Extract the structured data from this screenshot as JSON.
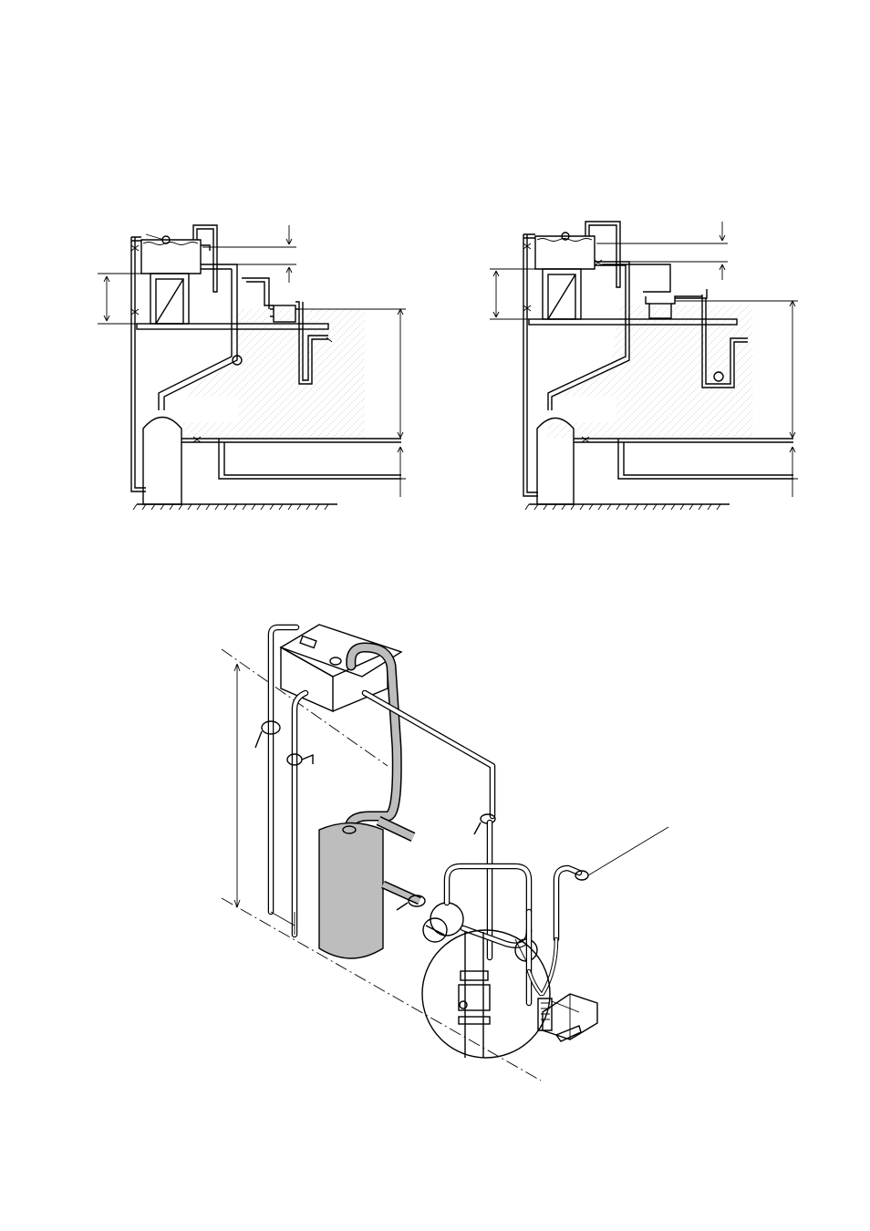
{
  "diagrams": [
    {
      "id": "top-left",
      "description_items": []
    },
    {
      "id": "top-right",
      "description_items": []
    },
    {
      "id": "isometric",
      "description_items": []
    }
  ],
  "colors": {
    "stroke": "#000000",
    "background": "#ffffff",
    "tank_fill": "#bdbdbd",
    "hatch": "#9a9a9a"
  }
}
